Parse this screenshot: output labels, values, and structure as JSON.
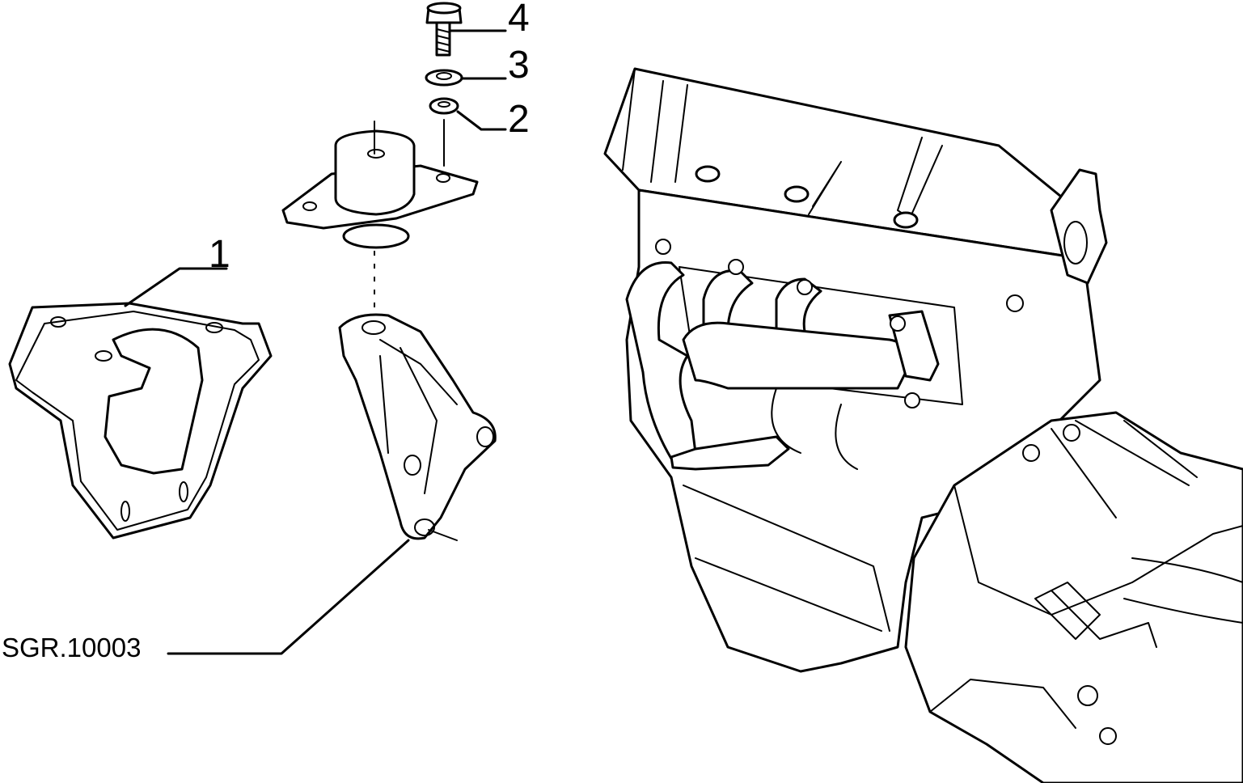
{
  "diagram": {
    "callouts": [
      {
        "id": "1",
        "label": "1"
      },
      {
        "id": "2",
        "label": "2"
      },
      {
        "id": "3",
        "label": "3"
      },
      {
        "id": "4",
        "label": "4"
      }
    ],
    "reference_code": "SGR.10003"
  },
  "colors": {
    "line": "#000000",
    "background": "#ffffff"
  }
}
